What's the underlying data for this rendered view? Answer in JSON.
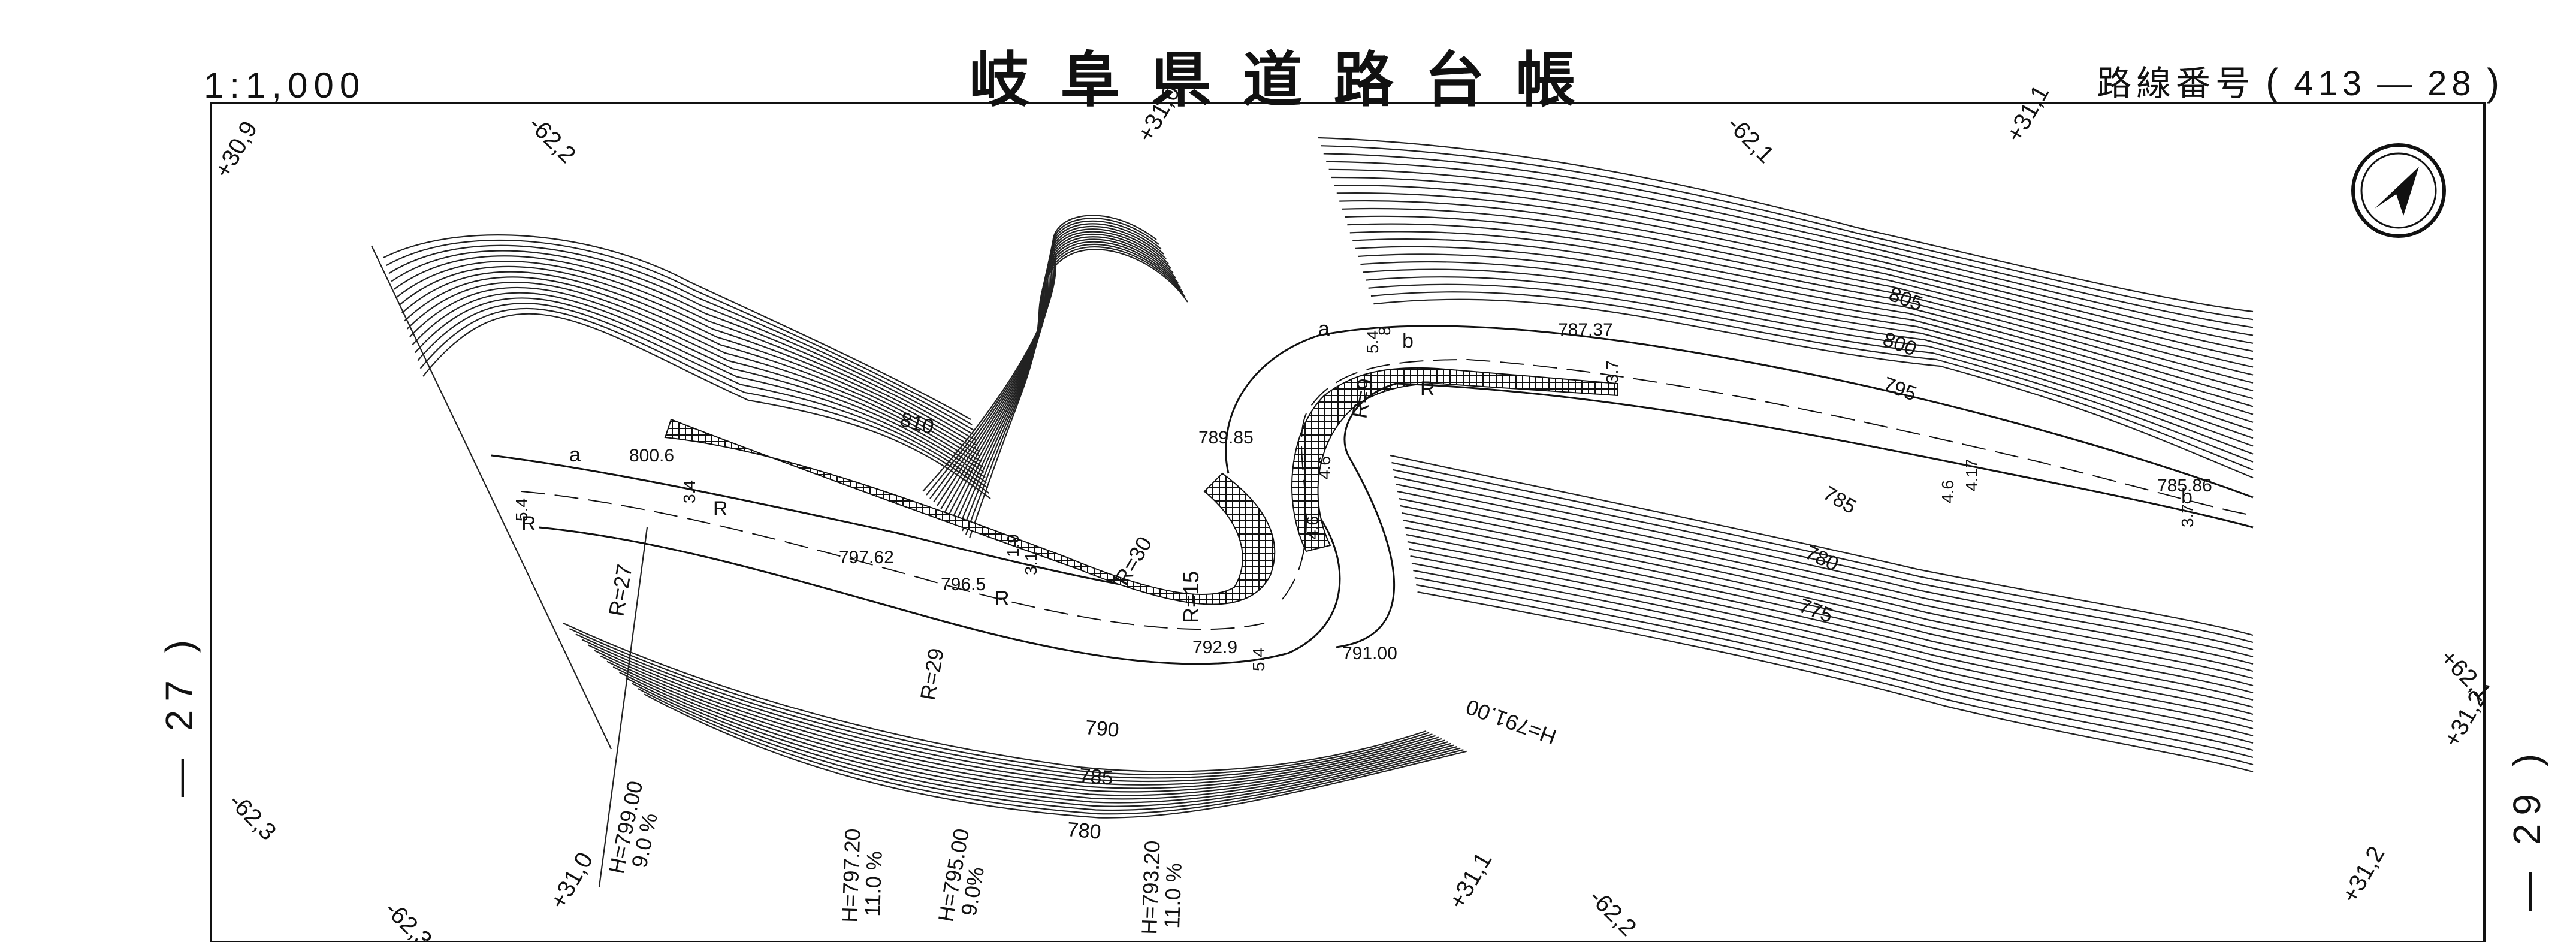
{
  "header": {
    "title": "岐阜県道路台帳",
    "scale": "1:1,000",
    "route_label": "路線番号",
    "route_open": "(",
    "route_number": "413",
    "route_dash": "—",
    "route_sheet": "28",
    "route_close": ")"
  },
  "adjacent_sheets": {
    "left": "— 27 )",
    "right": "— 29 )"
  },
  "north_arrow": {
    "icon": "north-arrow-icon"
  },
  "grid_marks": [
    "+30,9",
    "-62,2",
    "+31,0",
    "-62,1",
    "+31,1",
    "-62,3",
    "+31,0",
    "-62,3",
    "+31,1",
    "-62,2",
    "+31,2",
    "+62,1",
    "+31,2"
  ],
  "contour_labels": [
    "810",
    "805",
    "800",
    "795",
    "790",
    "785",
    "780",
    "775",
    "785",
    "780"
  ],
  "elevation_points": [
    "800.6",
    "797.62",
    "796.5",
    "789.85",
    "792.9",
    "791.00",
    "787.37",
    "785.86"
  ],
  "curve_radii": [
    "R=27",
    "R=29",
    "R=30",
    "R=15",
    "R=9"
  ],
  "widths": [
    "5.4",
    "3.4",
    "1.9",
    "5.4",
    "4.6",
    "3.7",
    "4.6",
    "4.17",
    "3.7",
    "5.4",
    "8",
    "3.1",
    "4.6"
  ],
  "grade_annotations": [
    {
      "h": "H=799.00",
      "g": "9.0 %"
    },
    {
      "h": "H=797.20",
      "g": "11.0 %"
    },
    {
      "h": "H=795.00",
      "g": "9.0%"
    },
    {
      "h": "H=793.20",
      "g": "11.0 %"
    },
    {
      "h": "H=791.00",
      "g": ""
    }
  ],
  "symbols": [
    "a",
    "a",
    "b",
    "b",
    "R",
    "R",
    "R",
    "R"
  ]
}
